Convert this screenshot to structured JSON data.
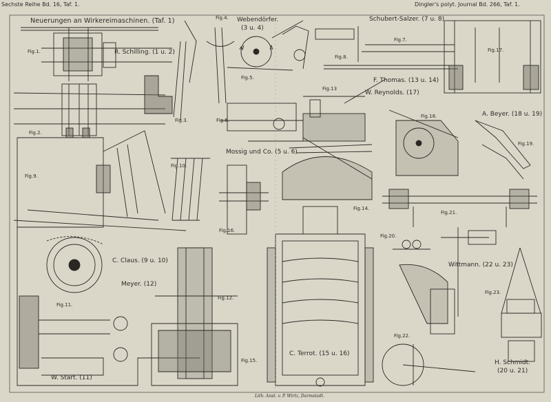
{
  "header": {
    "left": "Sechste Reihe Bd. 16, Taf. 1.",
    "right": "Dingler's polyt. Journal Bd. 266, Taf. 1."
  },
  "title": "Neuerungen an Wirkereimaschinen. (Taf. 1)",
  "attributions": [
    {
      "id": "schilling",
      "text": "R. Schilling. (1 u. 2)"
    },
    {
      "id": "webendoerfer",
      "text": "Webendörfer."
    },
    {
      "id": "webendoerfer-figs",
      "text": "(3 u. 4)"
    },
    {
      "id": "schubert",
      "text": "Schubert-Salzer. (7 u. 8)"
    },
    {
      "id": "thomas",
      "text": "F. Thomas. (13 u. 14)"
    },
    {
      "id": "reynolds",
      "text": "W. Reynolds. (17)"
    },
    {
      "id": "beyer",
      "text": "A. Beyer. (18 u. 19)"
    },
    {
      "id": "mossig",
      "text": "Mossig und Co. (5 u. 6)"
    },
    {
      "id": "claus",
      "text": "C. Claus. (9 u. 10)"
    },
    {
      "id": "meyer",
      "text": "Meyer. (12)"
    },
    {
      "id": "wittmann",
      "text": "Wittmann. (22 u. 23)"
    },
    {
      "id": "terrot",
      "text": "C. Terrot. (15 u. 16)"
    },
    {
      "id": "start",
      "text": "W. Start. (11)"
    },
    {
      "id": "schmidt",
      "text": "H. Schmidt."
    },
    {
      "id": "schmidt-figs",
      "text": "(20 u. 21)"
    }
  ],
  "figures": [
    {
      "id": "fig1",
      "text": "Fig.1."
    },
    {
      "id": "fig2",
      "text": "Fig.2."
    },
    {
      "id": "fig3",
      "text": "Fig.3."
    },
    {
      "id": "fig4",
      "text": "Fig.4."
    },
    {
      "id": "fig5",
      "text": "Fig.5."
    },
    {
      "id": "fig6",
      "text": "Fig.6."
    },
    {
      "id": "fig7",
      "text": "Fig.7."
    },
    {
      "id": "fig8",
      "text": "Fig.8."
    },
    {
      "id": "fig9",
      "text": "Fig.9."
    },
    {
      "id": "fig10",
      "text": "Fig.10."
    },
    {
      "id": "fig11",
      "text": "Fig.11."
    },
    {
      "id": "fig12",
      "text": "Fig.12."
    },
    {
      "id": "fig13",
      "text": "Fig.13"
    },
    {
      "id": "fig14",
      "text": "Fig.14."
    },
    {
      "id": "fig15",
      "text": "Fig.15."
    },
    {
      "id": "fig16",
      "text": "Fig.16."
    },
    {
      "id": "fig17",
      "text": "Fig.17."
    },
    {
      "id": "fig18",
      "text": "Fig.18."
    },
    {
      "id": "fig19",
      "text": "Fig.19."
    },
    {
      "id": "fig20",
      "text": "Fig.20."
    },
    {
      "id": "fig21",
      "text": "Fig.21."
    },
    {
      "id": "fig22",
      "text": "Fig.22."
    },
    {
      "id": "fig23",
      "text": "Fig.23."
    }
  ],
  "imprint": "Lith. Anst. v. P. Wirtz, Darmstadt.",
  "colors": {
    "paper": "#dad7c9",
    "ink": "#2a2823",
    "hatch": "#6d6a60"
  }
}
